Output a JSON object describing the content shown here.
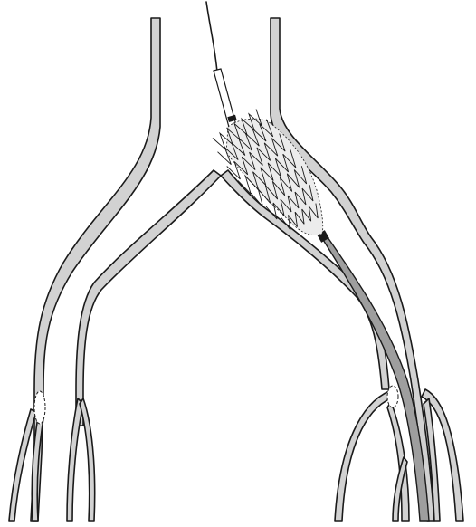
{
  "figure": {
    "title": "",
    "labels": []
  },
  "colors": {
    "vessel_wall": "#d2d2d2",
    "outline": "#1a1a1a",
    "sheath": "#9e9e9e",
    "background": "#ffffff",
    "stent_fill": "#ececec"
  },
  "components": {
    "vessel": "aortoiliac-bifurcation",
    "device": "stent-graft-being-deployed",
    "guidewire": "guidewire",
    "sheath": "delivery-sheath",
    "valves": "venous-valve"
  }
}
